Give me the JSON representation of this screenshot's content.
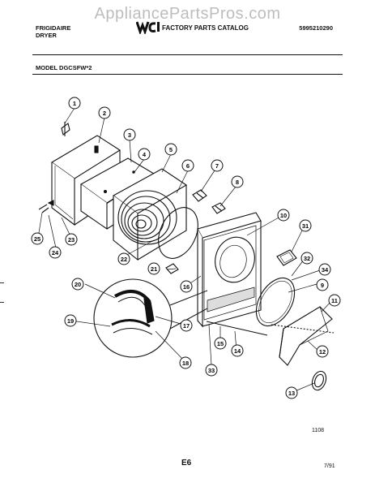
{
  "watermark": "AppliancePartsPros.com",
  "header": {
    "brand_line1": "FRIGIDAIRE",
    "brand_line2": "DRYER",
    "catalog_title": "FACTORY PARTS CATALOG",
    "catalog_number": "5995210290",
    "model": "MODEL DGCSFW*2"
  },
  "footer": {
    "code": "1108",
    "page": "E6",
    "date": "7/91"
  },
  "callouts": [
    "1",
    "2",
    "3",
    "4",
    "5",
    "6",
    "7",
    "8",
    "9",
    "10",
    "11",
    "12",
    "13",
    "14",
    "15",
    "16",
    "17",
    "18",
    "19",
    "20",
    "21",
    "22",
    "23",
    "24",
    "25",
    "31",
    "32",
    "33",
    "34"
  ]
}
